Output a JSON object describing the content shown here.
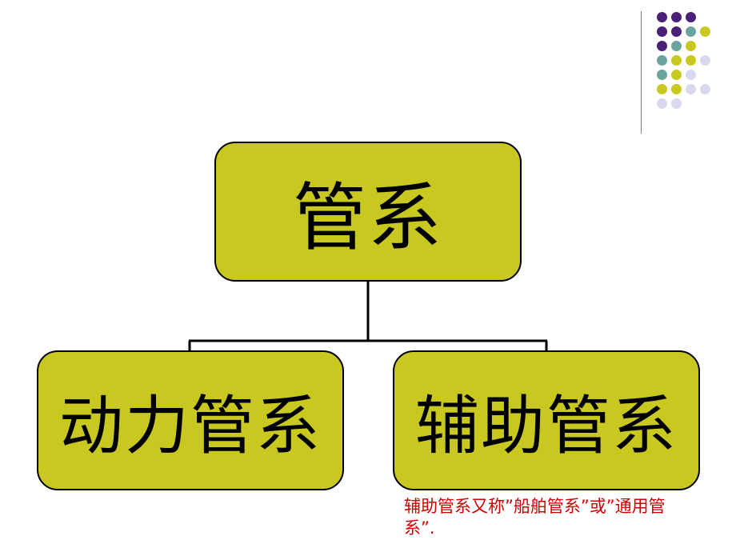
{
  "colors": {
    "node_fill": "#C8C820",
    "connector": "#000000",
    "note_text": "#CC0000",
    "dot_purple": "#4B2078",
    "dot_teal": "#6BA3A0",
    "dot_olive": "#C8C820",
    "dot_lavender": "#D8D8EE"
  },
  "diagram": {
    "root": {
      "label": "管系"
    },
    "children": [
      {
        "label": "动力管系"
      },
      {
        "label": "辅助管系"
      }
    ],
    "note": "辅助管系又称”船舶管系”或”通用管系”."
  },
  "decoration": {
    "dot_grid": [
      [
        "dot_purple",
        "dot_purple",
        "dot_purple"
      ],
      [
        "dot_purple",
        "dot_purple",
        "dot_teal",
        "dot_olive"
      ],
      [
        "dot_purple",
        "dot_teal",
        "dot_olive"
      ],
      [
        "dot_teal",
        "dot_olive",
        "dot_olive",
        "dot_lavender"
      ],
      [
        "dot_teal",
        "dot_olive",
        "dot_lavender"
      ],
      [
        "dot_olive",
        "dot_olive",
        "dot_lavender",
        "dot_lavender"
      ],
      [
        "dot_lavender",
        "dot_lavender"
      ]
    ]
  }
}
